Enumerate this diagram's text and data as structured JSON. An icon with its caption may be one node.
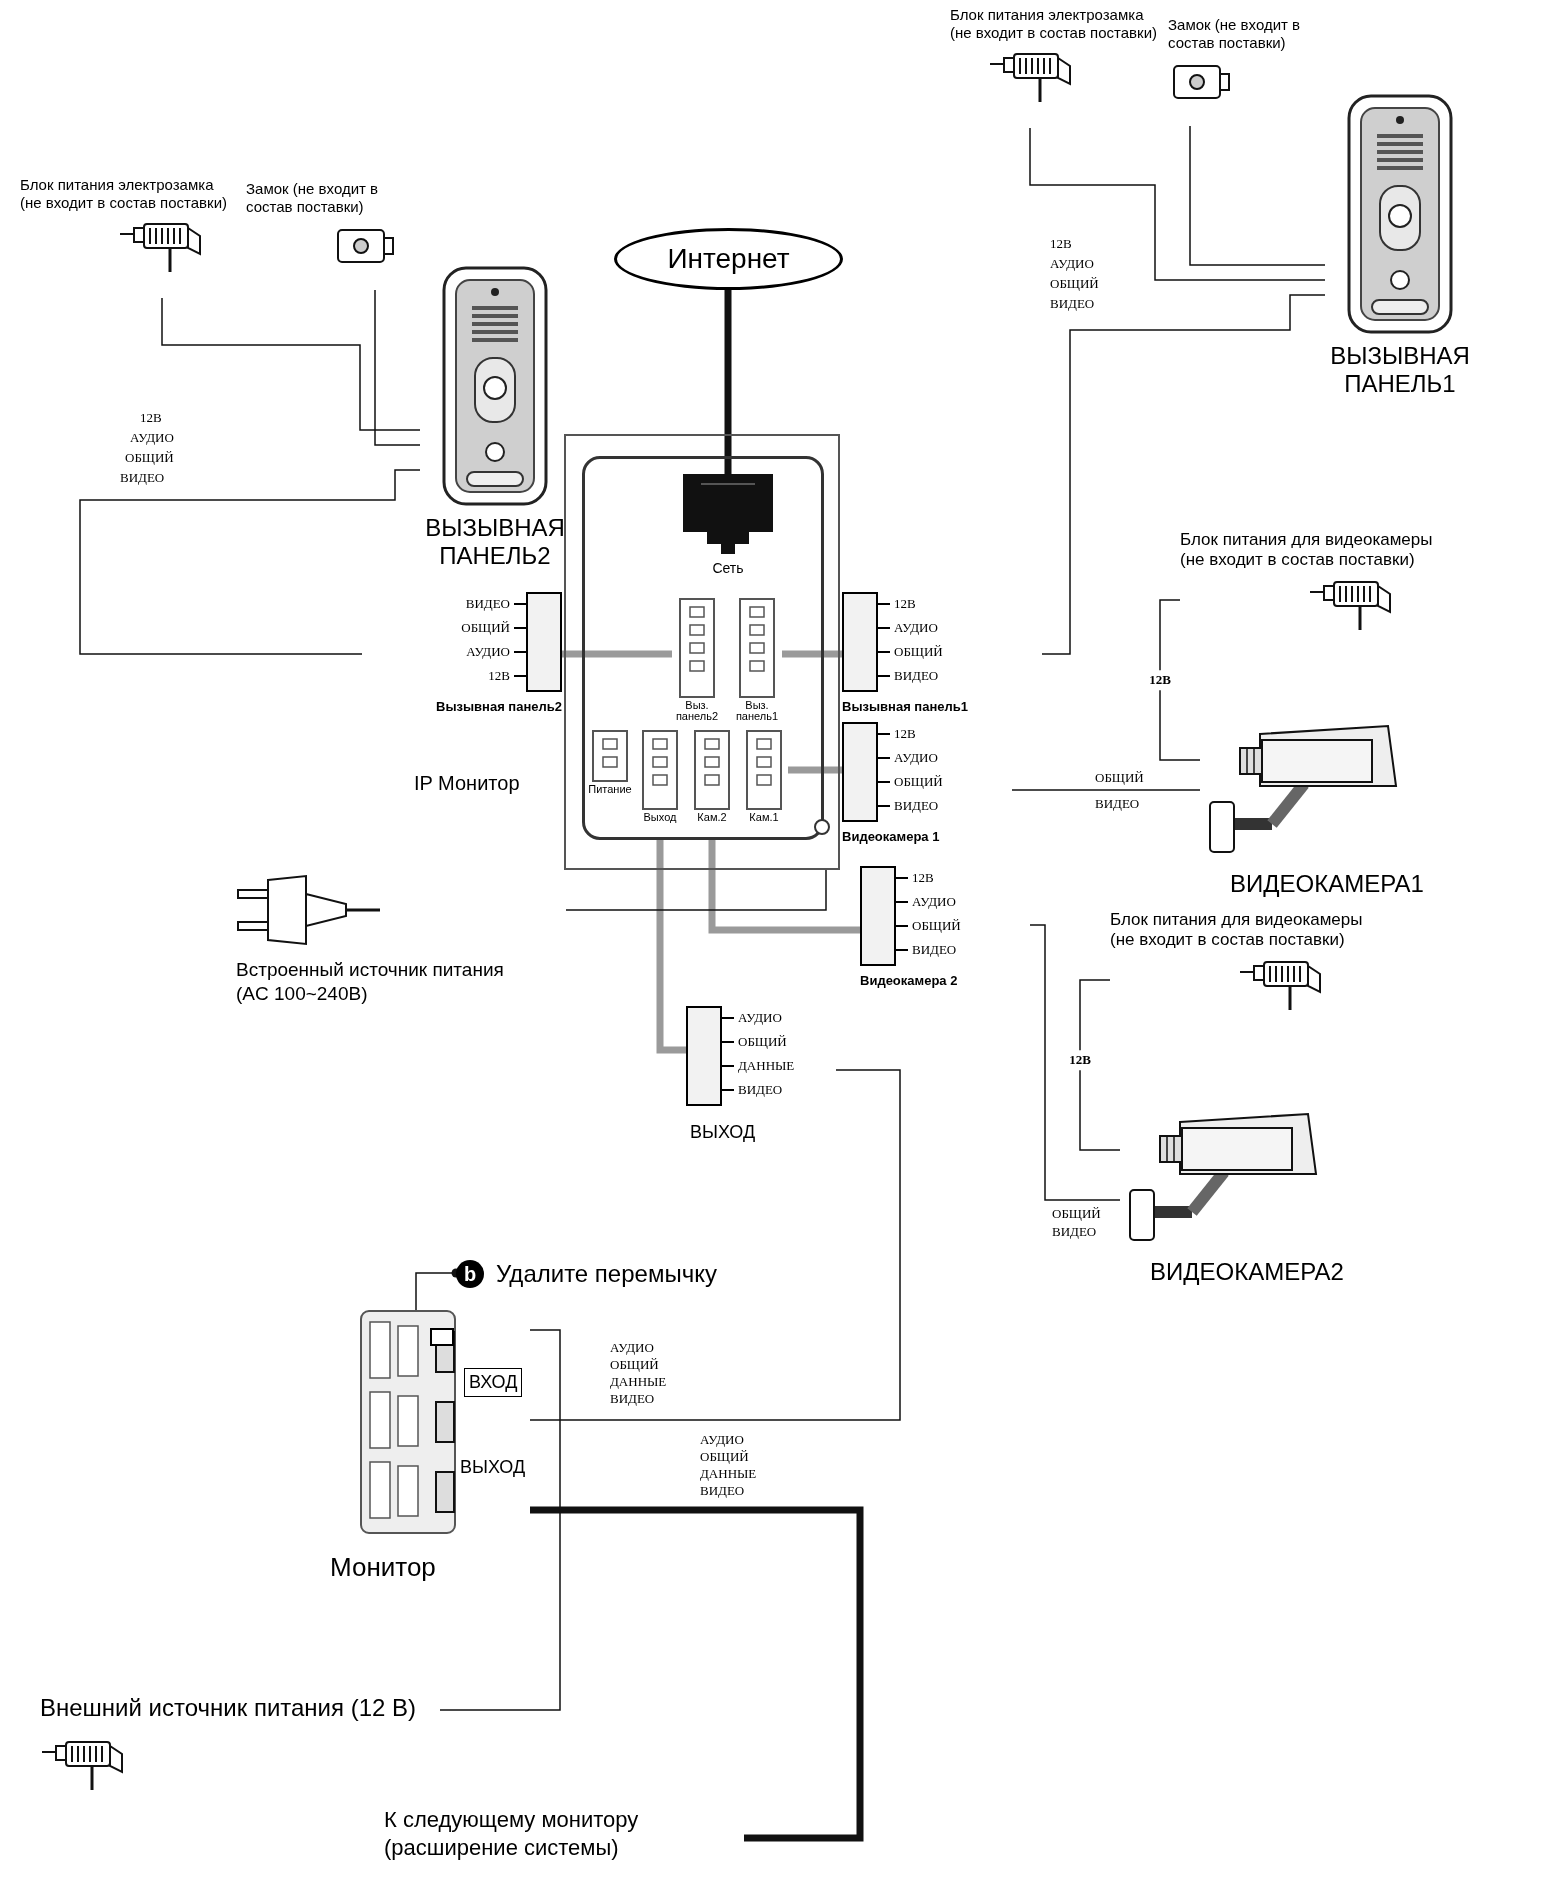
{
  "diagram": {
    "nodes": [
      {
        "text": [
          "Интернет"
        ]
      },
      {
        "text": [
          "IP Монитор"
        ]
      },
      {
        "text": [
          "Сеть"
        ],
        "in": 1
      },
      {
        "text": [
          "Выз. панель2"
        ],
        "in": 1
      },
      {
        "text": [
          "Выз. панель1"
        ],
        "in": 1
      },
      {
        "text": [
          "Питание"
        ],
        "in": 1
      },
      {
        "text": [
          "Выход"
        ],
        "in": 1
      },
      {
        "text": [
          "Кам.2"
        ],
        "in": 1
      },
      {
        "text": [
          "Кам.1"
        ],
        "in": 1
      },
      {
        "text": [
          "ВИДЕО",
          "ОБЩИЙ",
          "АУДИО",
          "12В",
          "Вызывная панель2"
        ]
      },
      {
        "text": [
          "12В",
          "АУДИО",
          "ОБЩИЙ",
          "ВИДЕО",
          "Вызывная панель1"
        ]
      },
      {
        "text": [
          "12В",
          "АУДИО",
          "ОБЩИЙ",
          "ВИДЕО",
          "Видеокамера 1"
        ]
      },
      {
        "text": [
          "12В",
          "АУДИО",
          "ОБЩИЙ",
          "ВИДЕО",
          "Видеокамера 2"
        ]
      },
      {
        "text": [
          "АУДИО",
          "ОБЩИЙ",
          "ДАННЫЕ",
          "ВИДЕО",
          "ВЫХОД"
        ]
      },
      {
        "text": [
          "ВЫЗЫВНАЯ ПАНЕЛЬ2"
        ]
      },
      {
        "text": [
          "Блок питания электрозамка (не входит в состав поставки)"
        ]
      },
      {
        "text": [
          "Замок (не входит в состав поставки)"
        ]
      },
      {
        "text": [
          "ВЫЗЫВНАЯ ПАНЕЛЬ1"
        ]
      },
      {
        "text": [
          "Блок питания электрозамка (не входит в состав поставки)"
        ]
      },
      {
        "text": [
          "Замок (не входит в состав поставки)"
        ]
      },
      {
        "text": [
          "Блок питания для видеокамеры (не входит в состав поставки)"
        ]
      },
      {
        "text": [
          "ВИДЕОКАМЕРА1"
        ]
      },
      {
        "text": [
          "Блок питания для видеокамеры (не входит в состав поставки)"
        ]
      },
      {
        "text": [
          "ВИДЕОКАМЕРА2"
        ]
      },
      {
        "text": [
          "Встроенный источник питания (AC 100~240В)"
        ]
      },
      {
        "text": [
          "ВХОД",
          "ВЫХОД",
          "Монитор"
        ]
      },
      {
        "text": [
          "b",
          "Удалите перемычку"
        ]
      },
      {
        "text": [],
        "shape": "box",
        "in": 25
      },
      {
        "text": [
          "Внешний источник питания (12 В)"
        ]
      },
      {
        "text": [
          "К следующему монитору (расширение системы)"
        ]
      }
    ],
    "edges": [
      {
        "from": 0,
        "to": 2,
        "arrow": "none",
        "style": "thick"
      },
      {
        "from": 9,
        "to": 3,
        "arrow": "none",
        "style": "thick",
        "color": "#9a9a9a"
      },
      {
        "from": 4,
        "to": 10,
        "arrow": "none",
        "style": "thick",
        "color": "#9a9a9a"
      },
      {
        "from": 8,
        "to": 11,
        "arrow": "none",
        "style": "thick",
        "color": "#9a9a9a"
      },
      {
        "from": 7,
        "to": 12,
        "arrow": "none",
        "style": "thick",
        "color": "#9a9a9a"
      },
      {
        "from": 6,
        "to": 13,
        "arrow": "none",
        "style": "thick",
        "color": "#9a9a9a"
      },
      {
        "from": 24,
        "to": 1,
        "arrow": "none"
      },
      {
        "from": 15,
        "to": 14,
        "arrow": "none"
      },
      {
        "from": 16,
        "to": 14,
        "arrow": "none"
      },
      {
        "from": 9,
        "to": 14,
        "arrow": "none"
      },
      {
        "from": 18,
        "to": 17,
        "arrow": "none"
      },
      {
        "from": 19,
        "to": 17,
        "arrow": "none"
      },
      {
        "from": 10,
        "to": 17,
        "arrow": "none"
      },
      {
        "from": 20,
        "to": 21,
        "arrow": "none",
        "label": "12В"
      },
      {
        "from": 11,
        "to": 21,
        "arrow": "none"
      },
      {
        "from": 22,
        "to": 23,
        "arrow": "none",
        "label": "12В"
      },
      {
        "from": 12,
        "to": 23,
        "arrow": "none"
      },
      {
        "from": 13,
        "to": 25,
        "arrow": "none"
      },
      {
        "from": 25,
        "to": 29,
        "arrow": "none",
        "style": "thick"
      },
      {
        "from": 28,
        "to": 25,
        "arrow": "none"
      },
      {
        "from": 26,
        "to": 27,
        "arrow": "other"
      }
    ],
    "labels": [
      "12В",
      "АУДИО",
      "ОБЩИЙ",
      "ВИДЕО",
      "12В",
      "АУДИО",
      "ОБЩИЙ",
      "ВИДЕО",
      "ОБЩИЙ",
      "ВИДЕО",
      "ОБЩИЙ",
      "ВИДЕО",
      "АУДИО",
      "ОБЩИЙ",
      "ДАННЫЕ",
      "ВИДЕО",
      "АУДИО",
      "ОБЩИЙ",
      "ДАННЫЕ",
      "ВИДЕО"
    ]
  }
}
